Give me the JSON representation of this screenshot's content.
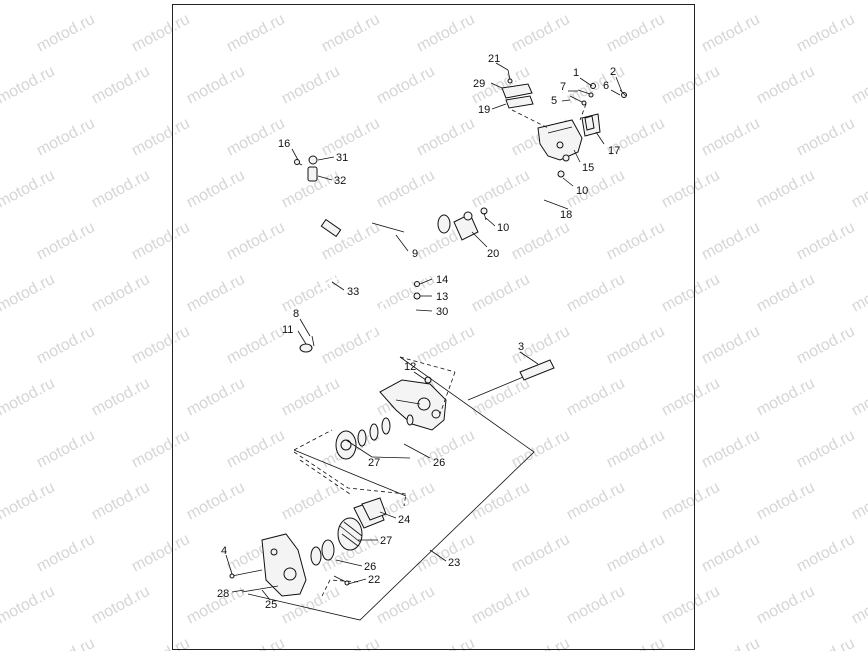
{
  "watermark": {
    "text": "motod.ru"
  },
  "callouts": {
    "c1": "1",
    "c2": "2",
    "c3": "3",
    "c4": "4",
    "c5": "5",
    "c6": "6",
    "c7": "7",
    "c8": "8",
    "c9": "9",
    "c10a": "10",
    "c10b": "10",
    "c11": "11",
    "c12": "12",
    "c13": "13",
    "c14": "14",
    "c15": "15",
    "c16": "16",
    "c17": "17",
    "c18": "18",
    "c19": "19",
    "c20": "20",
    "c21": "21",
    "c22": "22",
    "c23": "23",
    "c24": "24",
    "c25": "25",
    "c26a": "26",
    "c26b": "26",
    "c27a": "27",
    "c27b": "27",
    "c28": "28",
    "c29": "29",
    "c30": "30",
    "c31": "31",
    "c32": "32",
    "c33": "33"
  }
}
